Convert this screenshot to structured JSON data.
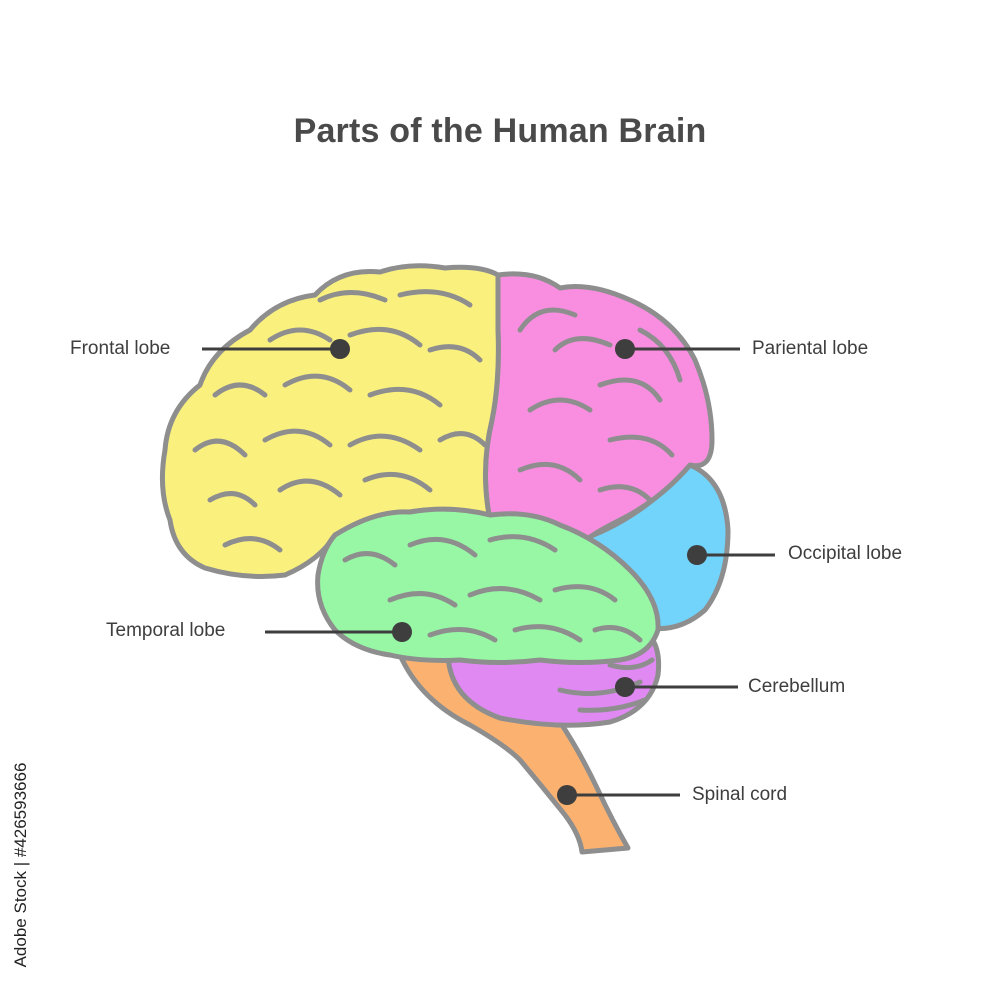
{
  "title": "Parts of the Human Brain",
  "labels": {
    "frontal": "Frontal lobe",
    "parietal": "Pariental lobe",
    "occipital": "Occipital lobe",
    "temporal": "Temporal lobe",
    "cerebellum": "Cerebellum",
    "spinal": "Spinal cord"
  },
  "colors": {
    "frontal": "#f9f07e",
    "parietal": "#f98ee0",
    "occipital": "#72d3fb",
    "temporal": "#97f7a4",
    "cerebellum": "#e089f3",
    "spinal": "#fbb270",
    "outline": "#8e8e8e",
    "leader": "#3e3e3e"
  },
  "stock_id": "Adobe Stock | #426593666"
}
